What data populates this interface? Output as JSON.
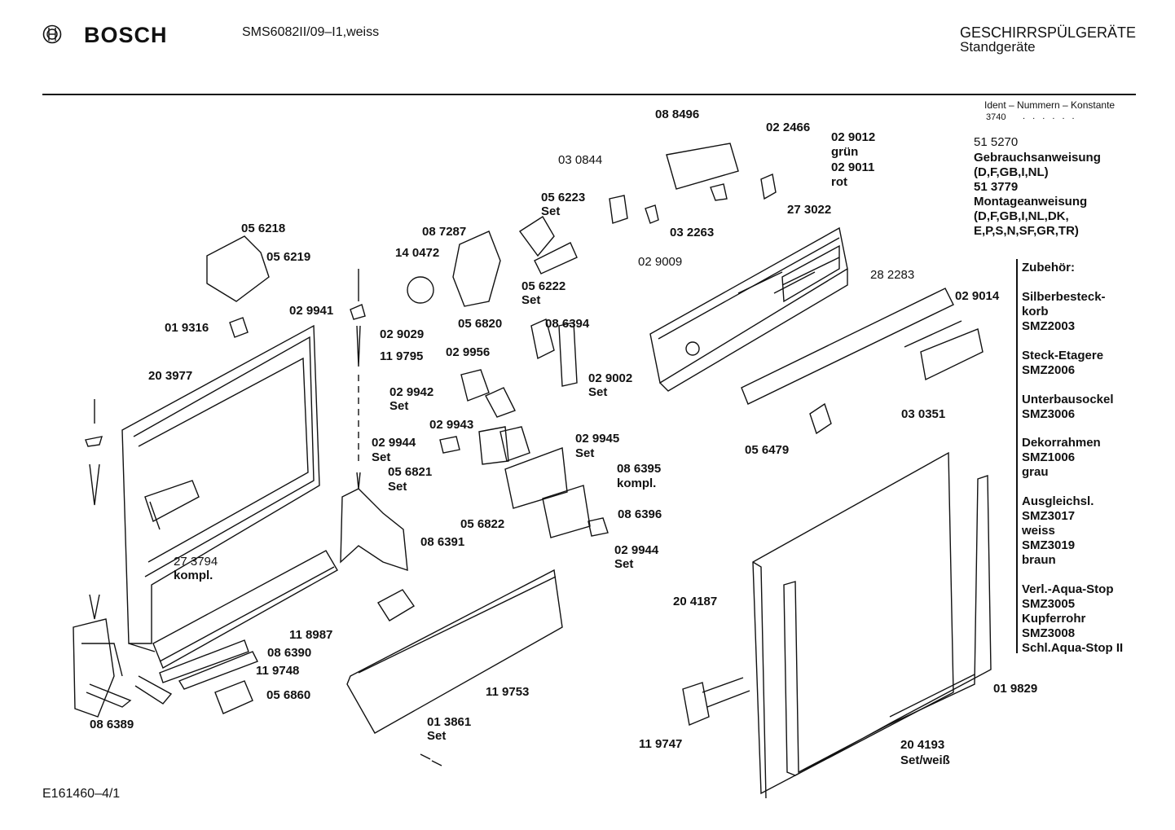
{
  "header": {
    "brand": "BOSCH",
    "model": "SMS6082II/09–I1,weiss",
    "category_line1": "GESCHIRRSPÜLGERÄTE",
    "category_line2": "Standgeräte"
  },
  "ident": {
    "title": "Ident – Nummern – Konstante",
    "number": "3740",
    "dots": ". . . . . ."
  },
  "documents": [
    {
      "text": "51 5270",
      "bold": false
    },
    {
      "text": "Gebrauchsanweisung",
      "bold": true
    },
    {
      "text": "(D,F,GB,I,NL)",
      "bold": true
    },
    {
      "text": "51 3779",
      "bold": true
    },
    {
      "text": "Montageanweisung",
      "bold": true
    },
    {
      "text": "(D,F,GB,I,NL,DK,",
      "bold": true
    },
    {
      "text": "E,P,S,N,SF,GR,TR)",
      "bold": true
    }
  ],
  "accessories": {
    "title": "Zubehör:",
    "items": [
      [
        "Silberbesteck-",
        "korb",
        "SMZ2003"
      ],
      [
        "Steck-Etagere",
        "SMZ2006"
      ],
      [
        "Unterbausockel",
        "SMZ3006"
      ],
      [
        "Dekorrahmen",
        "SMZ1006",
        "grau"
      ],
      [
        "Ausgleichsl.",
        "SMZ3017",
        "weiss",
        "SMZ3019",
        "braun"
      ],
      [
        "Verl.-Aqua-Stop",
        "SMZ3005",
        "Kupferrohr",
        "SMZ3008",
        "Schl.Aqua-Stop II"
      ]
    ]
  },
  "part_labels": [
    {
      "text": "08 8496",
      "bold": true
    },
    {
      "text": "02 2466",
      "bold": true
    },
    {
      "text": "02 9012",
      "bold": true
    },
    {
      "text": "grün",
      "bold": true
    },
    {
      "text": "02 9011",
      "bold": true
    },
    {
      "text": "rot",
      "bold": true
    },
    {
      "text": "03 0844",
      "bold": false
    },
    {
      "text": "05 6223",
      "bold": true
    },
    {
      "text": "Set",
      "bold": true
    },
    {
      "text": "03 2263",
      "bold": true
    },
    {
      "text": "27 3022",
      "bold": true
    },
    {
      "text": "08 7287",
      "bold": true
    },
    {
      "text": "02 9009",
      "bold": false
    },
    {
      "text": "05 6218",
      "bold": true
    },
    {
      "text": "14 0472",
      "bold": true
    },
    {
      "text": "05 6219",
      "bold": true
    },
    {
      "text": "05 6222",
      "bold": true
    },
    {
      "text": "Set",
      "bold": true
    },
    {
      "text": "28 2283",
      "bold": false
    },
    {
      "text": "02 9014",
      "bold": true
    },
    {
      "text": "02 9941",
      "bold": true
    },
    {
      "text": "05 6820",
      "bold": true
    },
    {
      "text": "08 6394",
      "bold": true
    },
    {
      "text": "01 9316",
      "bold": true
    },
    {
      "text": "02 9029",
      "bold": true
    },
    {
      "text": "02 9956",
      "bold": true
    },
    {
      "text": "11 9795",
      "bold": true
    },
    {
      "text": "20 3977",
      "bold": true
    },
    {
      "text": "02 9002",
      "bold": true
    },
    {
      "text": "Set",
      "bold": true
    },
    {
      "text": "02 9942",
      "bold": true
    },
    {
      "text": "Set",
      "bold": true
    },
    {
      "text": "03 0351",
      "bold": true
    },
    {
      "text": "02 9943",
      "bold": true
    },
    {
      "text": "02 9945",
      "bold": true
    },
    {
      "text": "Set",
      "bold": true
    },
    {
      "text": "02 9944",
      "bold": true
    },
    {
      "text": "Set",
      "bold": true
    },
    {
      "text": "05 6479",
      "bold": true
    },
    {
      "text": "05 6821",
      "bold": true
    },
    {
      "text": "Set",
      "bold": true
    },
    {
      "text": "08 6395",
      "bold": true
    },
    {
      "text": "kompl.",
      "bold": true
    },
    {
      "text": "05 6822",
      "bold": true
    },
    {
      "text": "08 6396",
      "bold": true
    },
    {
      "text": "08 6391",
      "bold": true
    },
    {
      "text": "02 9944",
      "bold": true
    },
    {
      "text": "Set",
      "bold": true
    },
    {
      "text": "27 3794",
      "bold": false
    },
    {
      "text": "kompl.",
      "bold": true
    },
    {
      "text": "20 4187",
      "bold": true
    },
    {
      "text": "11 8987",
      "bold": true
    },
    {
      "text": "08 6390",
      "bold": true
    },
    {
      "text": "11 9748",
      "bold": true
    },
    {
      "text": "01 9829",
      "bold": true
    },
    {
      "text": "05 6860",
      "bold": true
    },
    {
      "text": "11 9753",
      "bold": true
    },
    {
      "text": "08 6389",
      "bold": true
    },
    {
      "text": "01 3861",
      "bold": true
    },
    {
      "text": "Set",
      "bold": true
    },
    {
      "text": "11 9747",
      "bold": true
    },
    {
      "text": "20 4193",
      "bold": true
    },
    {
      "text": "Set/weiß",
      "bold": true
    }
  ],
  "footer": {
    "code": "E161460–4/1"
  }
}
